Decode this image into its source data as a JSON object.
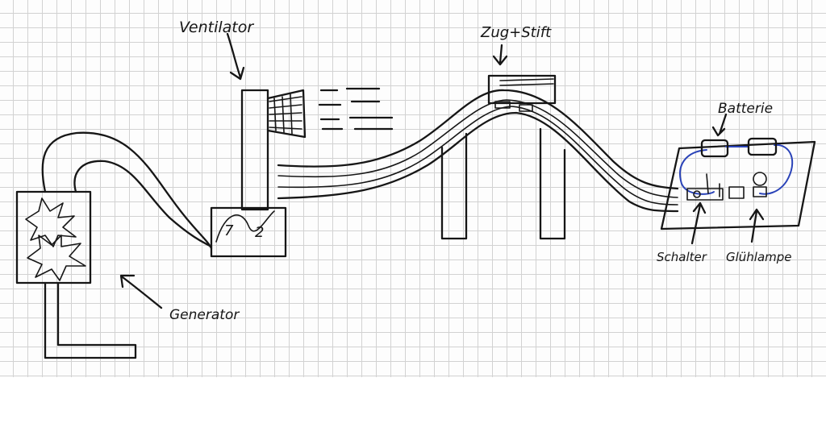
{
  "labels": {
    "ventilator": "Ventilator",
    "zug_stift": "Zug+Stift",
    "batterie": "Batterie",
    "generator": "Generator",
    "schalter": "Schalter",
    "gluehlampe": "Glühlampe",
    "fan_digit_1": "7",
    "fan_digit_2": "2"
  },
  "colors": {
    "ink": "#161616",
    "wire": "#2a43b8",
    "grid": "#d2d2d2"
  }
}
